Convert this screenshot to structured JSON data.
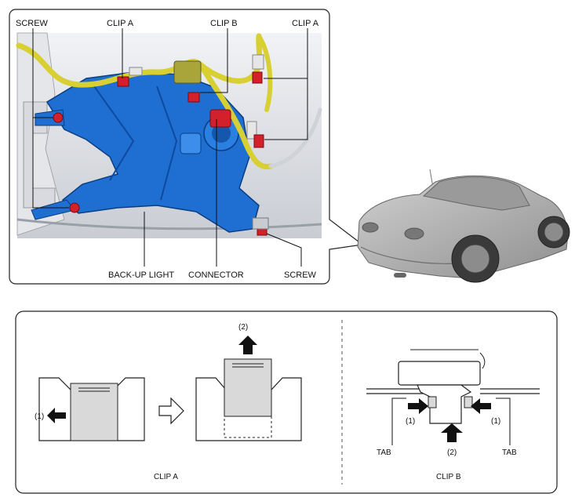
{
  "top_labels": {
    "screw_left": "SCREW",
    "clip_a_left": "CLIP A",
    "clip_b": "CLIP B",
    "clip_a_right": "CLIP A",
    "backup_light": "BACK-UP LIGHT",
    "connector": "CONNECTOR",
    "screw_bottom": "SCREW"
  },
  "clip_a": {
    "caption": "CLIP A",
    "step1": "(1)",
    "step2": "(2)"
  },
  "clip_b": {
    "caption": "CLIP B",
    "step1_left": "(1)",
    "step1_right": "(1)",
    "step2": "(2)",
    "tab_left": "TAB",
    "tab_right": "TAB"
  },
  "colors": {
    "lamp_blue": "#1e6fd1",
    "clip_red": "#d4202a",
    "harness_yellow": "#d8cf33",
    "car_gray": "#a9a9a9",
    "clip_fill": "#d9d9d9"
  }
}
